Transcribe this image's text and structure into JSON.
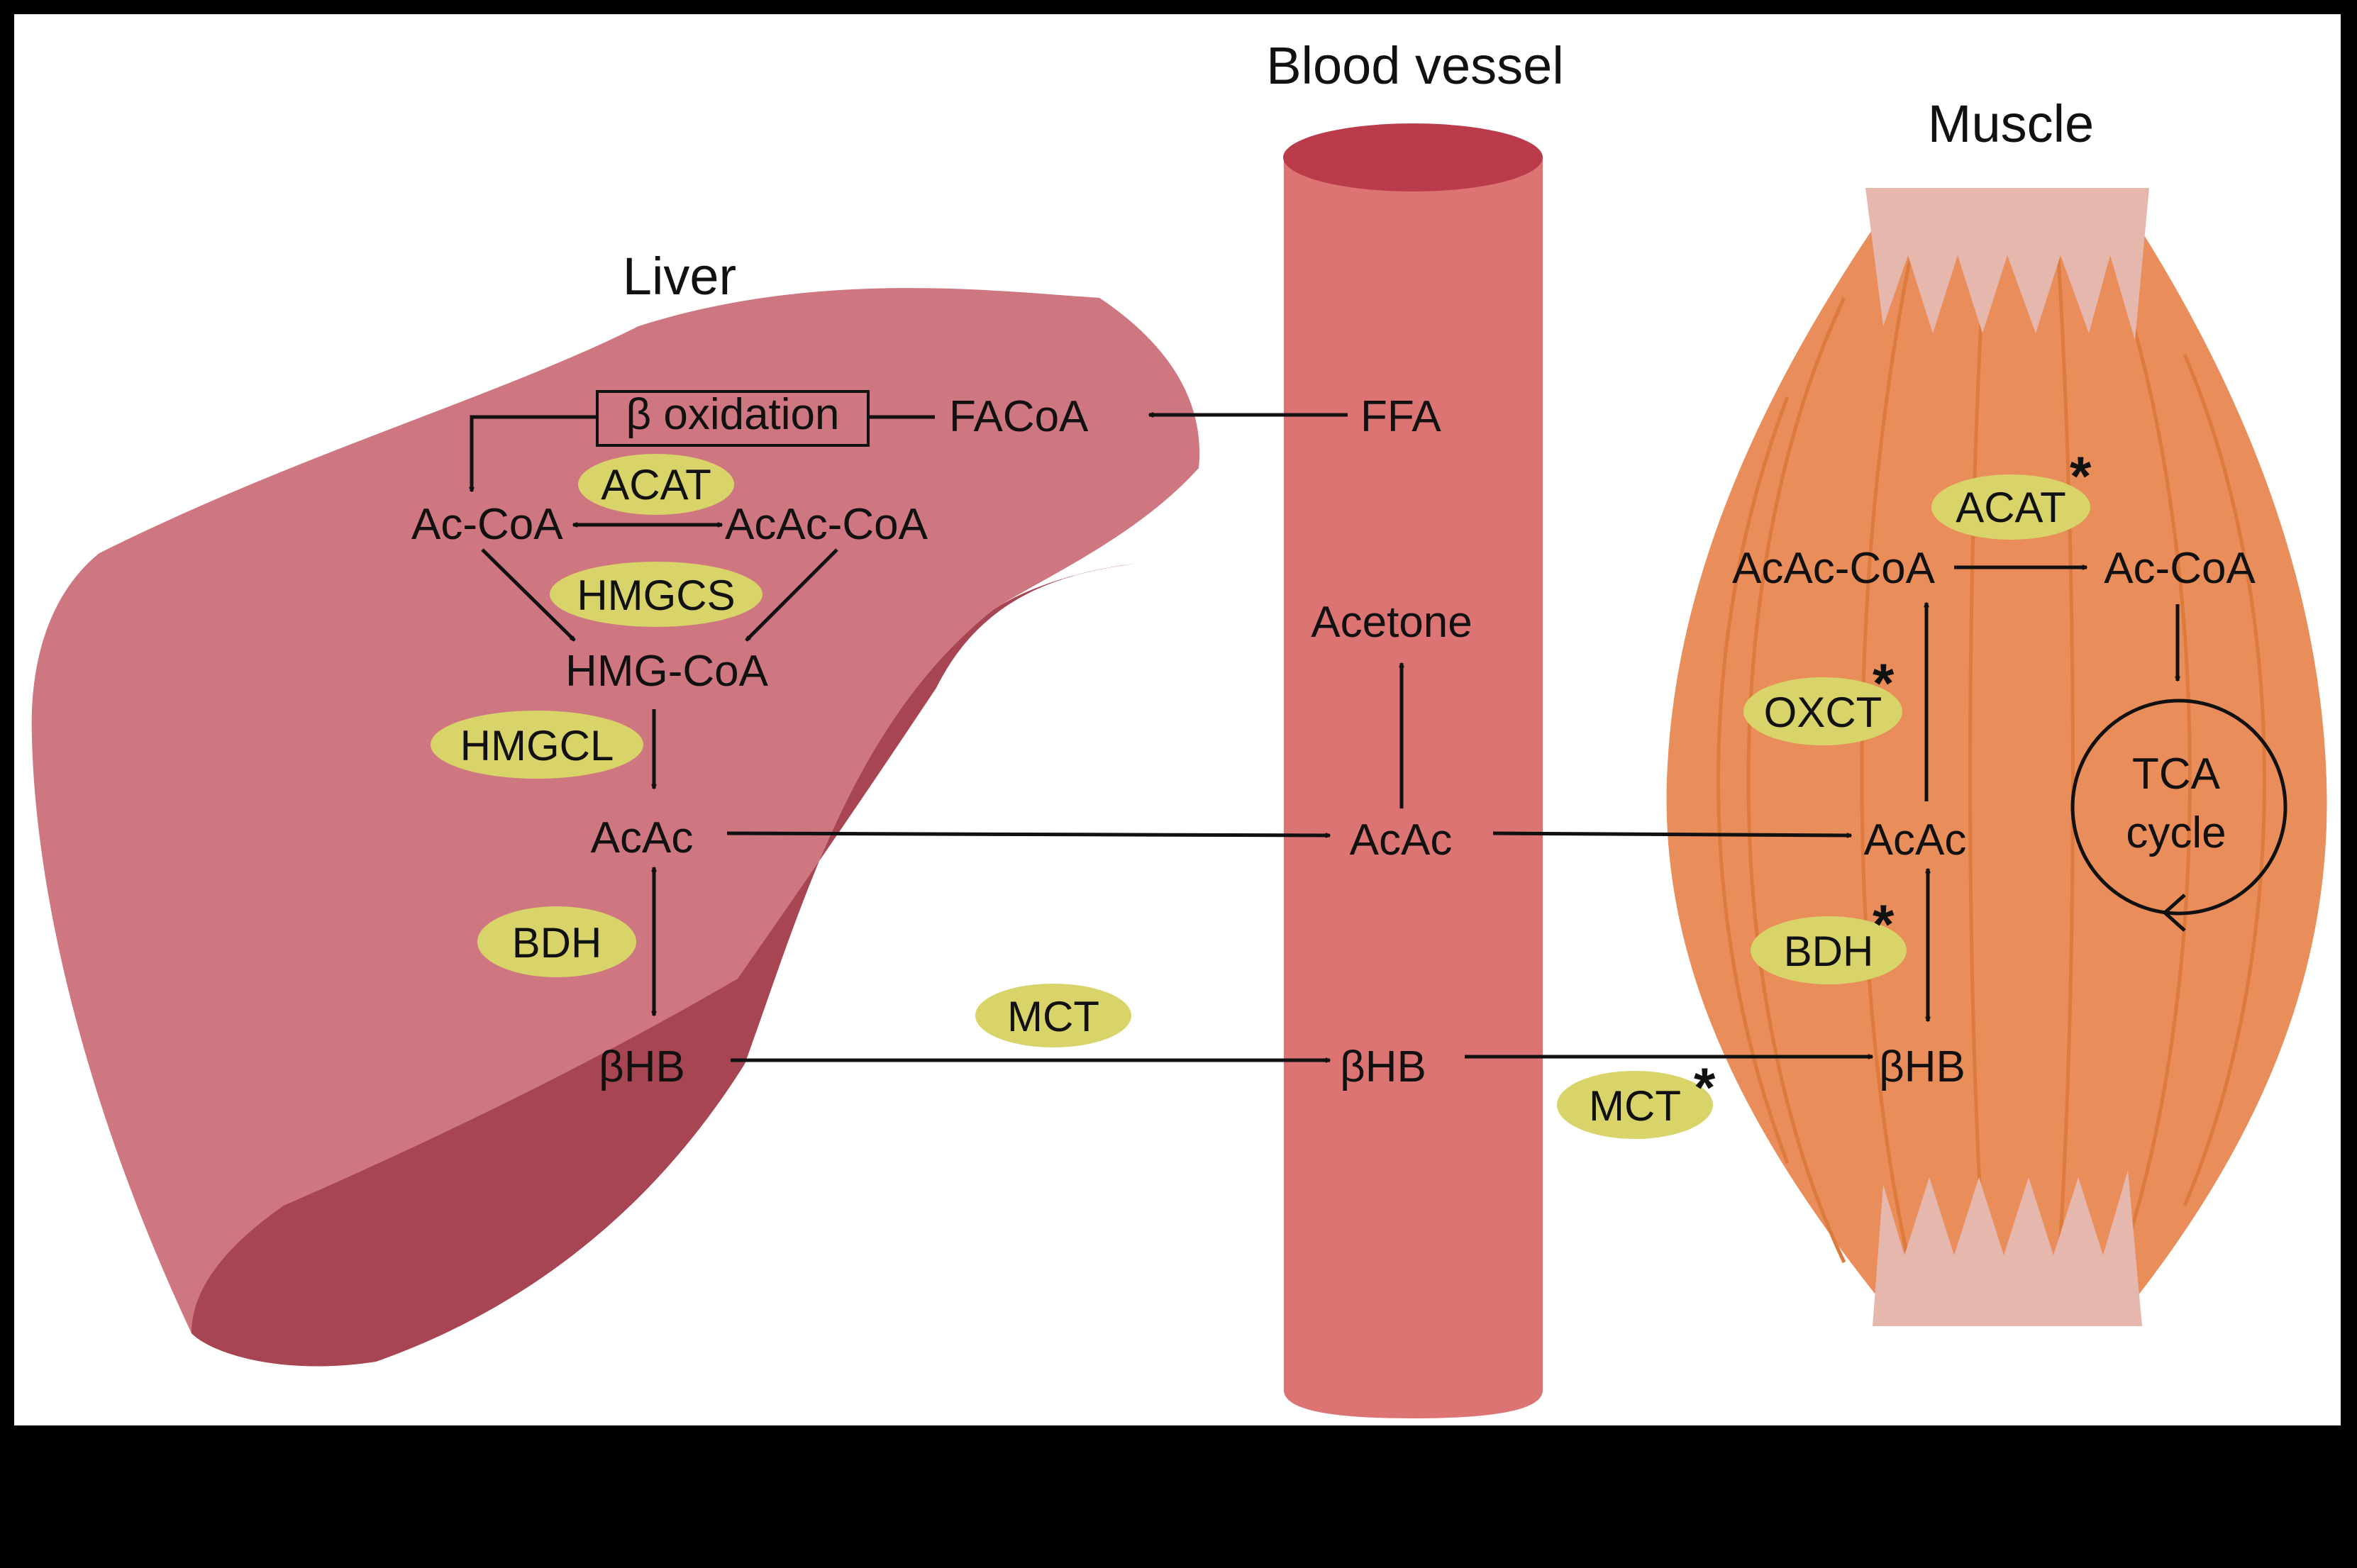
{
  "titles": {
    "blood_vessel": "Blood vessel",
    "muscle": "Muscle",
    "liver": "Liver"
  },
  "liver": {
    "beta_oxidation": "β oxidation",
    "facoa": "FACoA",
    "ac_coa": "Ac-CoA",
    "acac_coa": "AcAc-CoA",
    "hmg_coa": "HMG-CoA",
    "acac": "AcAc",
    "bhb": "βHB",
    "enzymes": {
      "acat": "ACAT",
      "hmgcs": "HMGCS",
      "hmgcl": "HMGCL",
      "bdh": "BDH"
    }
  },
  "blood": {
    "ffa": "FFA",
    "acetone": "Acetone",
    "acac": "AcAc",
    "bhb": "βHB",
    "mct": "MCT"
  },
  "muscle": {
    "acac_coa": "AcAc-CoA",
    "ac_coa": "Ac-CoA",
    "acac": "AcAc",
    "bhb": "βHB",
    "tca_line1": "TCA",
    "tca_line2": "cycle",
    "mct": "MCT",
    "enzymes": {
      "acat": "ACAT",
      "oxct": "OXCT",
      "bdh": "BDH"
    },
    "asterisk": "*"
  },
  "colors": {
    "background": "#000000",
    "panel": "#ffffff",
    "liver_light": "#cf7780",
    "liver_dark": "#a74553",
    "vessel": "#dc7474",
    "vessel_top": "#ba3b4a",
    "muscle": "#e98d5a",
    "muscle_line": "#dd7a3e",
    "tendon": "#e6b7ad",
    "enzyme_ellipse": "#d8d46a"
  }
}
